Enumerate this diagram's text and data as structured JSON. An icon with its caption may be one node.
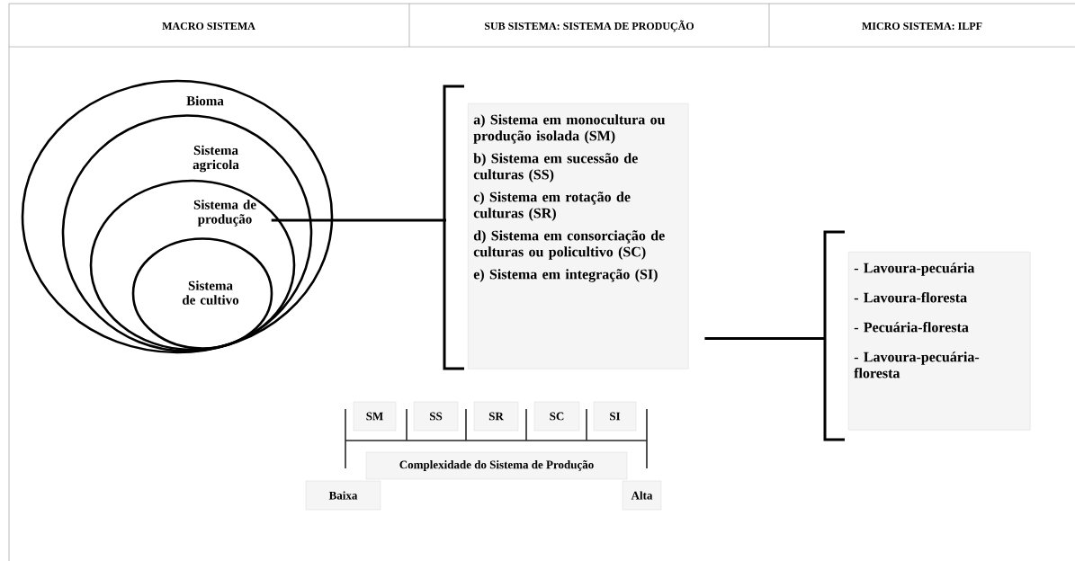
{
  "diagram": {
    "nodes": [
      {
        "text": [
          "Bioma"
        ]
      },
      {
        "text": [
          "Sistema agricola"
        ],
        "in": 0
      },
      {
        "text": [
          "Sistema de produção"
        ],
        "in": 1
      },
      {
        "text": [
          "Sistema de cultivo"
        ],
        "in": 2
      },
      {
        "text": [
          "a) Sistema em monocultura ou produção isolada (SM)",
          "b) Sistema em sucessão de culturas (SS)",
          "c) Sistema em rotação de culturas (SR)",
          "d) Sistema em consorciação de culturas ou policultivo (SC)",
          "e) Sistema em integração (SI)"
        ]
      },
      {
        "text": [
          "- Lavoura-pecuária",
          "- Lavoura-floresta",
          "- Pecuária-floresta",
          "- Lavoura-pecuária-floresta"
        ]
      },
      {
        "text": [
          "SM"
        ]
      },
      {
        "text": [
          "SS"
        ]
      },
      {
        "text": [
          "SR"
        ]
      },
      {
        "text": [
          "SC"
        ]
      },
      {
        "text": [
          "SI"
        ]
      },
      {
        "text": [
          "Complexidade do Sistema de Produção"
        ]
      },
      {
        "text": [
          "Baixa"
        ]
      },
      {
        "text": [
          "Alta"
        ]
      }
    ],
    "edges": [
      {
        "from": 2,
        "to": 4,
        "arrow": "none"
      },
      {
        "from": 4,
        "to": 5,
        "arrow": "none"
      }
    ],
    "labels": [
      "MACRO  SISTEMA",
      "SUB SISTEMA: SISTEMA  DE PRODUÇÃO",
      "MICRO SISTEMA: ILPF"
    ]
  }
}
